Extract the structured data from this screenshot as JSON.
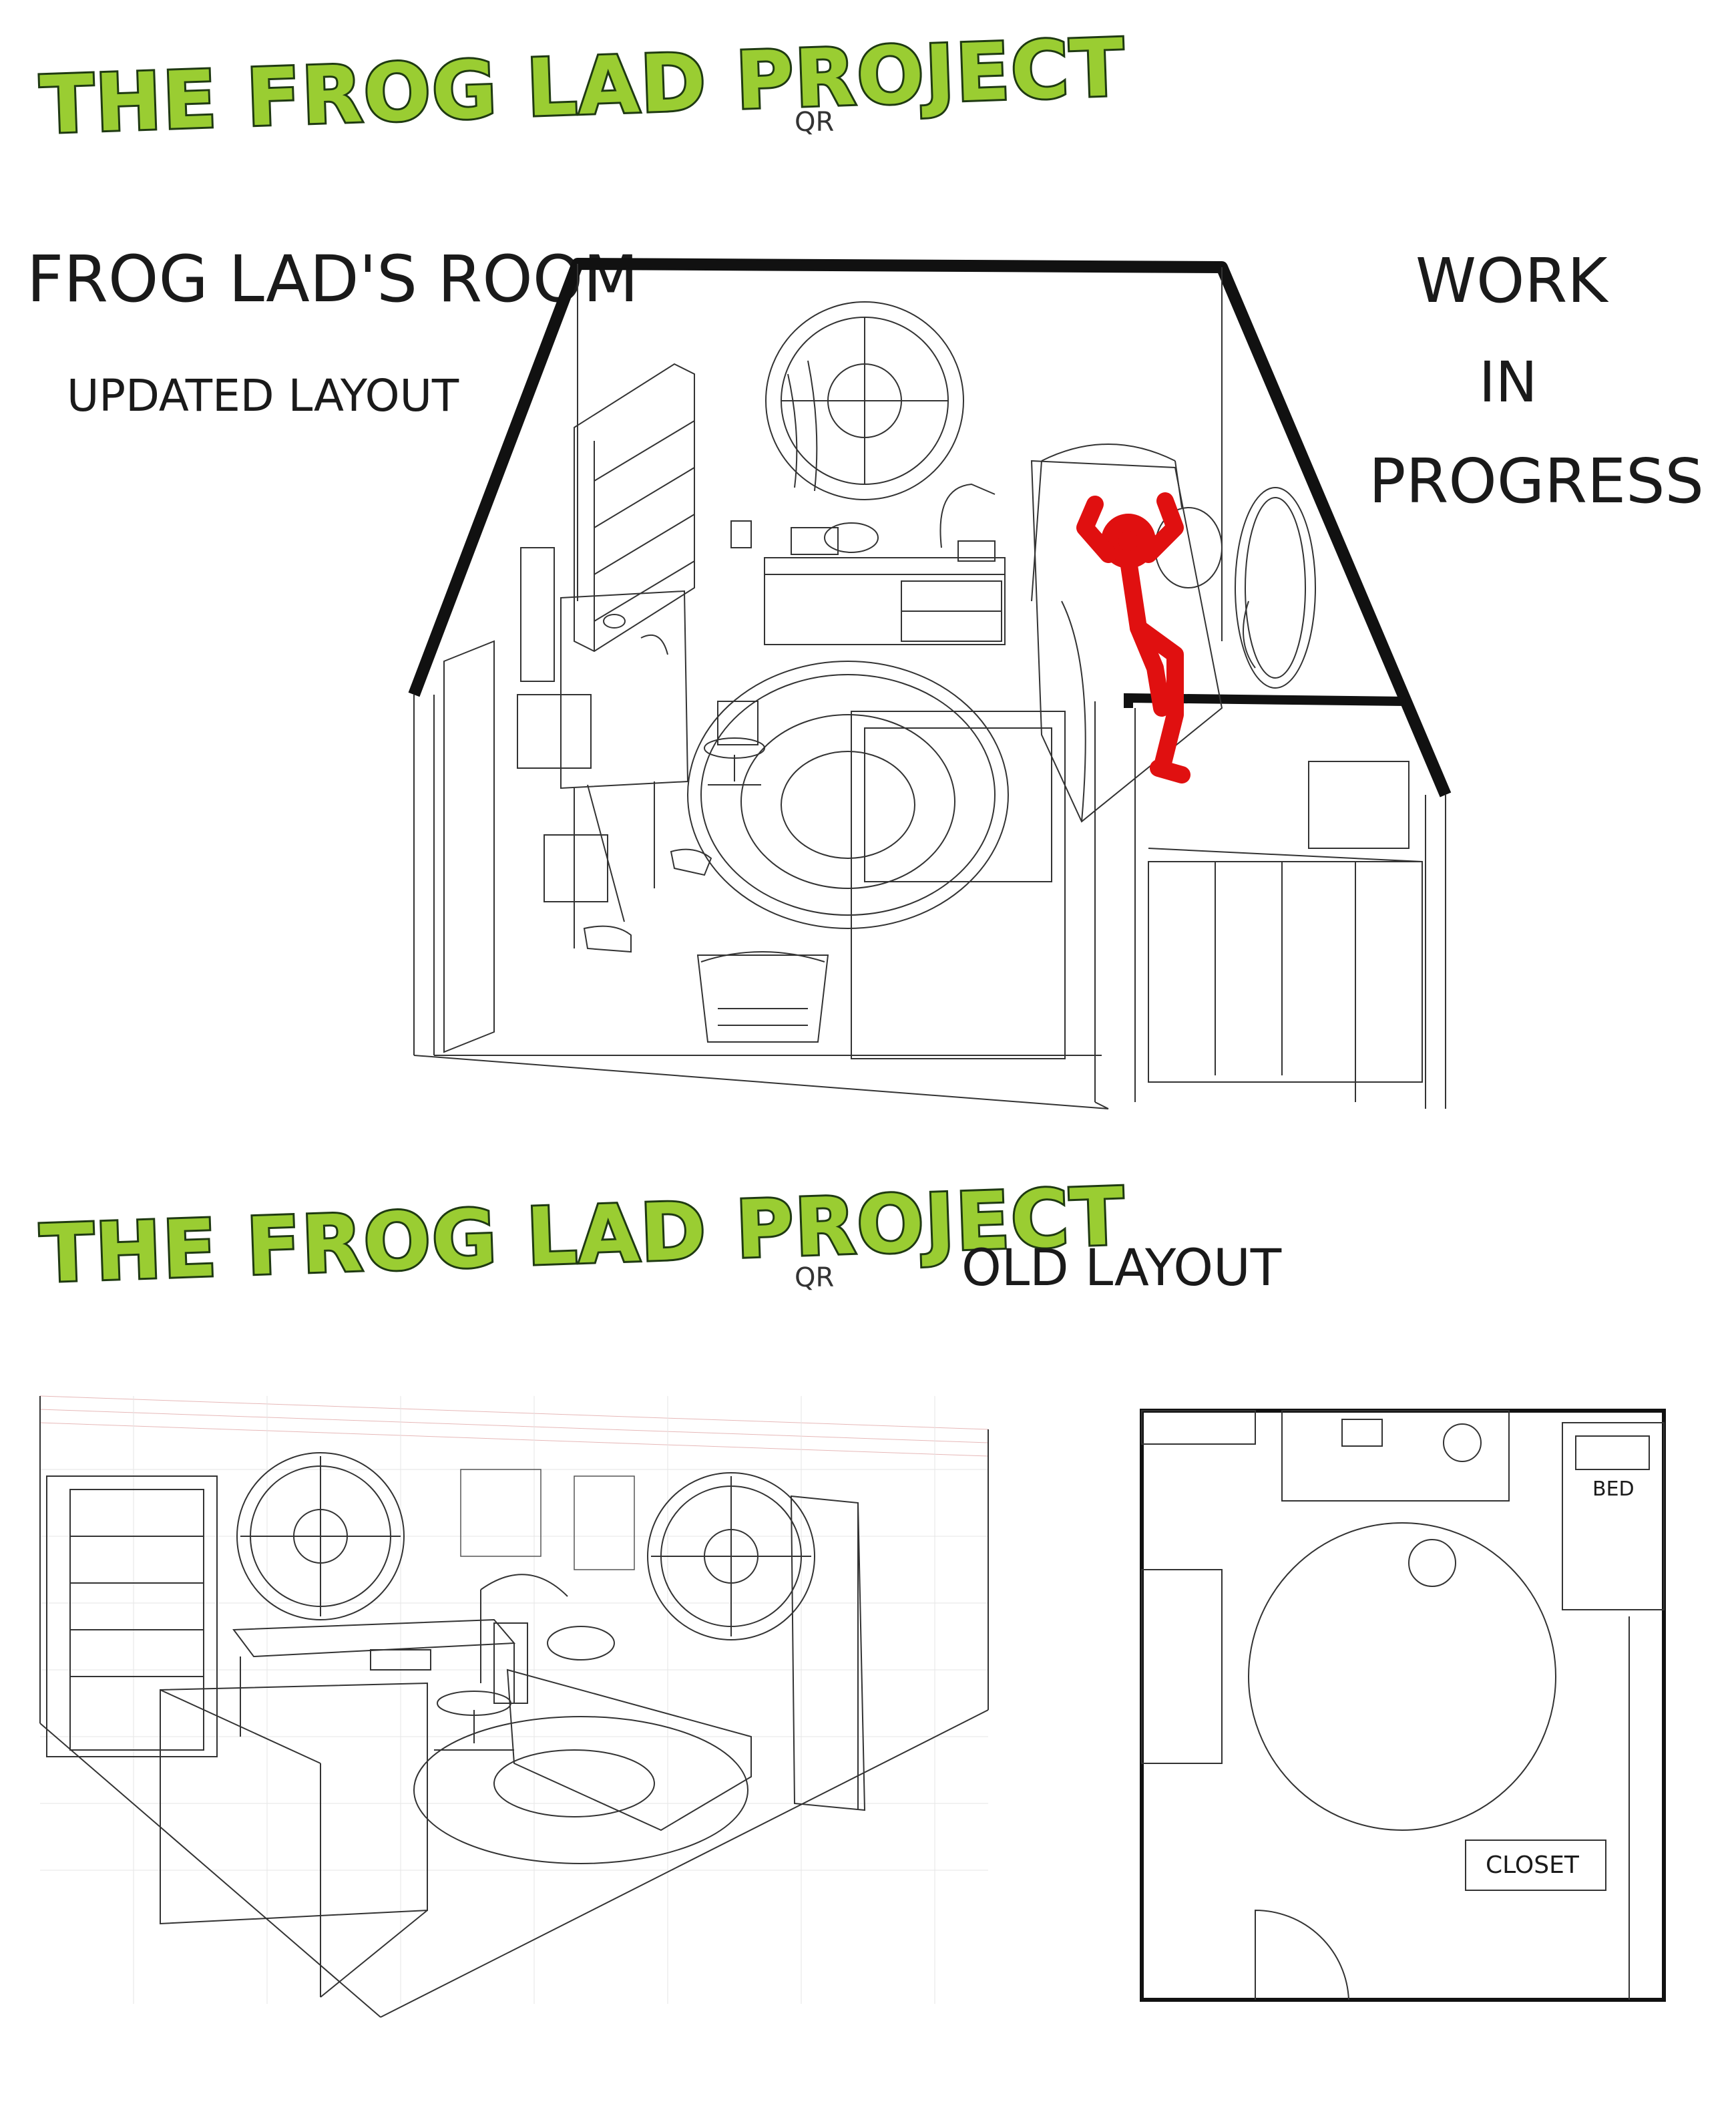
{
  "top_logo": {
    "text": "THE FROG LAD PROJECT",
    "mark": "QR"
  },
  "heading": {
    "title": "FROG LAD'S ROOM",
    "subtitle": "UPDATED LAYOUT"
  },
  "status_note": {
    "line1": "WORK",
    "line2": "IN",
    "line3": "PROGRESS"
  },
  "bottom_logo": {
    "text": "THE FROG LAD PROJECT",
    "mark": "QR"
  },
  "old_layout_label": "OLD LAYOUT",
  "floorplan": {
    "bed_label": "BED",
    "closet_label": "CLOSET"
  },
  "colors": {
    "logo_fill": "#9acd32",
    "logo_outline": "#1f3a12",
    "highlight_figure": "#e01010",
    "ink": "#222222"
  },
  "icons": [
    "frog-lad-logo",
    "qr-mark-icon"
  ]
}
